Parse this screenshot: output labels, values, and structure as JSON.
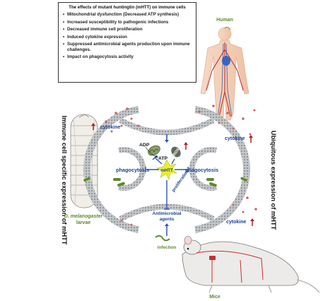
{
  "info_box": {
    "title": "The effects of mutant huntingtin (mHTT) on immune cells",
    "items": [
      "Mitochondrial dysfunction (Decreased ATP synthesis)",
      "Increased susceptibility to pathogenic infections",
      "Decreased immune cell proliferation",
      "Induced cytokine expression",
      "Suppressed antimicrobial agents production upon immune challenges.",
      "Impact on phagocytosis activity"
    ]
  },
  "labels": {
    "human": "Human",
    "mice": "Mice",
    "fly_species": "D. melanogaster",
    "fly_stage": "larvae",
    "left_vertical": "Immune cell specific expression of mHTT",
    "right_vertical": "Ubiquitous expression of mHTT",
    "cytokine": "cytokine",
    "phagocytosis": "phagocytosis",
    "adp": "ADP",
    "atp": "ATP",
    "ros": "ROS",
    "mhtt": "mHTT",
    "proliferation": "proliferation",
    "antimicrobial": "Antimicrobial",
    "agents": "agents",
    "infection": "infection"
  },
  "colors": {
    "text_blue": "#1f3f8f",
    "inhibit_blue": "#2f55b0",
    "up_red": "#b02020",
    "membrane": "#b9bcbf",
    "mhtt_star": "#e6f02a",
    "dots": "#d46060",
    "green": "#5c8a2a"
  }
}
